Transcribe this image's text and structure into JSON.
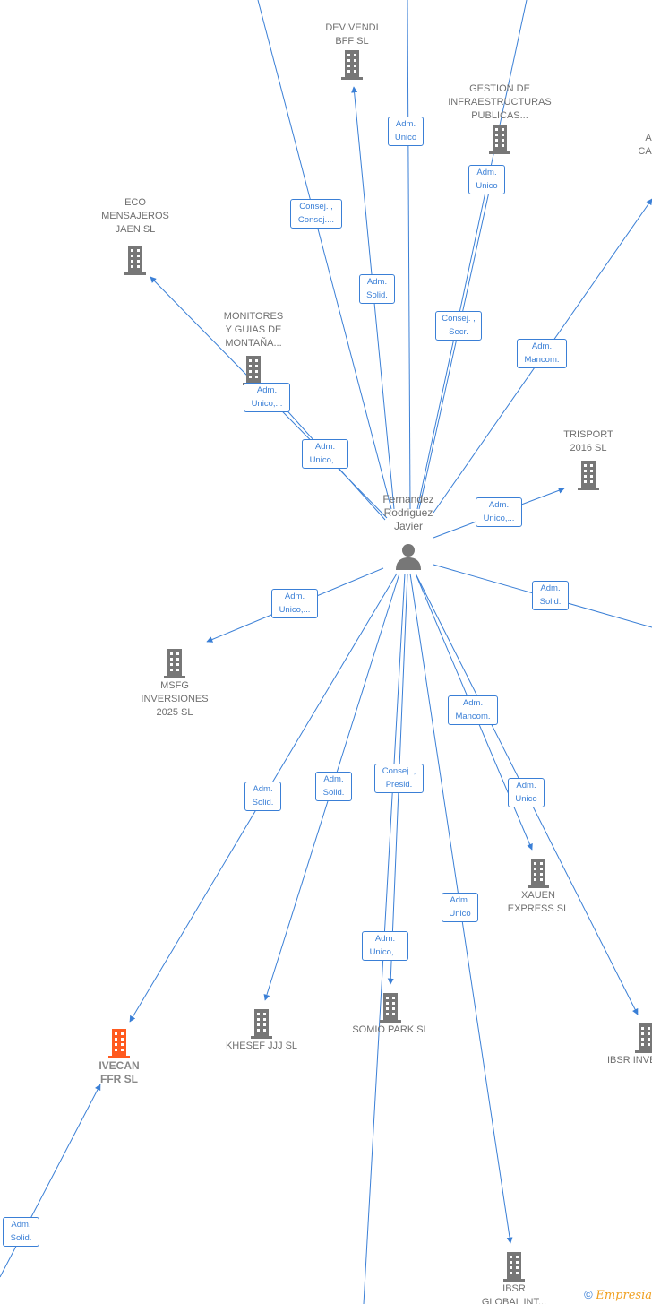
{
  "colors": {
    "edge": "#3a7fd6",
    "building": "#777777",
    "highlight": "#ff5a1f",
    "text": "#6f6f6f"
  },
  "center": {
    "label": "Fernandez\nRodriguez\nJavier",
    "icon": "person-icon"
  },
  "companies": [
    {
      "id": "devivendi",
      "label": "DEVIVENDI\nBFF  SL",
      "icon": "building-icon"
    },
    {
      "id": "gestion",
      "label": "GESTION DE\nINFRAESTRUCTURAS\nPUBLICAS...",
      "icon": "building-icon"
    },
    {
      "id": "partial-top-right",
      "label": "A\nCAN",
      "icon": "building-icon"
    },
    {
      "id": "eco",
      "label": "ECO\nMENSAJEROS\nJAEN SL",
      "icon": "building-icon"
    },
    {
      "id": "monitores",
      "label": "MONITORES\nY GUIAS DE\nMONTAÑA...",
      "icon": "building-icon"
    },
    {
      "id": "trisport",
      "label": "TRISPORT\n2016  SL",
      "icon": "building-icon"
    },
    {
      "id": "msfg",
      "label": "MSFG\nINVERSIONES\n2025  SL",
      "icon": "building-icon"
    },
    {
      "id": "xauen",
      "label": "XAUEN\nEXPRESS SL",
      "icon": "building-icon"
    },
    {
      "id": "ivecan",
      "label": "IVECAN\nFFR  SL",
      "icon": "building-icon",
      "highlight": true
    },
    {
      "id": "khesef",
      "label": "KHESEF JJJ  SL",
      "icon": "building-icon"
    },
    {
      "id": "somio",
      "label": "SOMIO PARK SL",
      "icon": "building-icon"
    },
    {
      "id": "ibsr-inve",
      "label": "IBSR INVE",
      "icon": "building-icon"
    },
    {
      "id": "ibsr-global",
      "label": "IBSR\nGLOBAL INT...",
      "icon": "building-icon"
    }
  ],
  "roles": [
    "Consej. ,\nConsej....",
    "Adm.\nUnico",
    "Adm.\nSolid.",
    "Adm.\nUnico",
    "Consej. ,\nSecr.",
    "Adm.\nMancom.",
    "Adm.\nUnico,...",
    "Adm.\nUnico,...",
    "Adm.\nUnico,...",
    "Adm.\nSolid.",
    "Adm.\nUnico,...",
    "Adm.\nMancom.",
    "Adm.\nUnico",
    "Consej. ,\nPresid.",
    "Adm.\nSolid.",
    "Adm.\nSolid.",
    "Adm.\nUnico",
    "Adm.\nUnico,...",
    "Adm.\nSolid."
  ],
  "footer": {
    "copyright": "©",
    "brand": "Empresia"
  }
}
